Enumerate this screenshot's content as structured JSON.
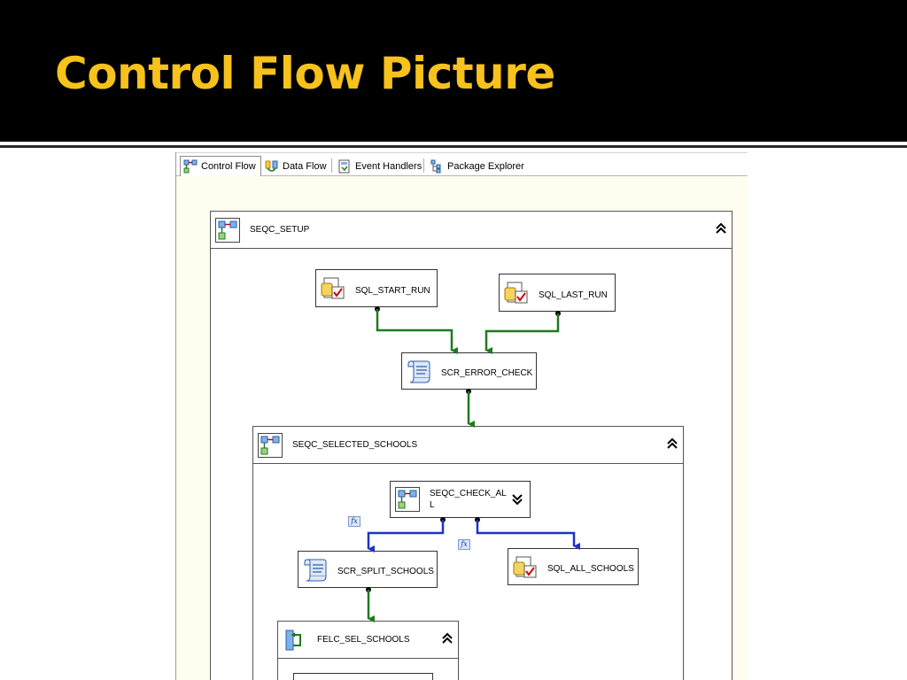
{
  "slide": {
    "title": "Control Flow Picture"
  },
  "tabs": [
    {
      "label": "Control Flow",
      "icon": "control-flow-icon",
      "active": true
    },
    {
      "label": "Data Flow",
      "icon": "data-flow-icon",
      "active": false
    },
    {
      "label": "Event Handlers",
      "icon": "event-handlers-icon",
      "active": false
    },
    {
      "label": "Package Explorer",
      "icon": "package-explorer-icon",
      "active": false
    }
  ],
  "containers": {
    "seqc_setup": {
      "label": "SEQC_SETUP",
      "collapse_glyph": "⌃"
    },
    "seqc_selected_schools": {
      "label": "SEQC_SELECTED_SCHOOLS",
      "collapse_glyph": "⌃"
    },
    "felc_sel_schools": {
      "label": "FELC_SEL_SCHOOLS",
      "collapse_glyph": "⌃"
    }
  },
  "tasks": {
    "sql_start_run": {
      "label": "SQL_START_RUN",
      "icon": "execute-sql-task-icon"
    },
    "sql_last_run": {
      "label": "SQL_LAST_RUN",
      "icon": "execute-sql-task-icon"
    },
    "scr_error_check": {
      "label": "SCR_ERROR_CHECK",
      "icon": "script-task-icon"
    },
    "seqc_check_all": {
      "label_line1": "SEQC_CHECK_AL",
      "label_line2": "L",
      "icon": "sequence-container-icon"
    },
    "scr_split_schools": {
      "label": "SCR_SPLIT_SCHOOLS",
      "icon": "script-task-icon"
    },
    "sql_all_schools": {
      "label": "SQL_ALL_SCHOOLS",
      "icon": "execute-sql-task-icon"
    }
  },
  "expression_badge": "fx",
  "colors": {
    "title": "#f6c21b",
    "success_constraint": "#1e7a1e",
    "expression_constraint": "#1f33c9",
    "canvas": "#fffdf0"
  }
}
